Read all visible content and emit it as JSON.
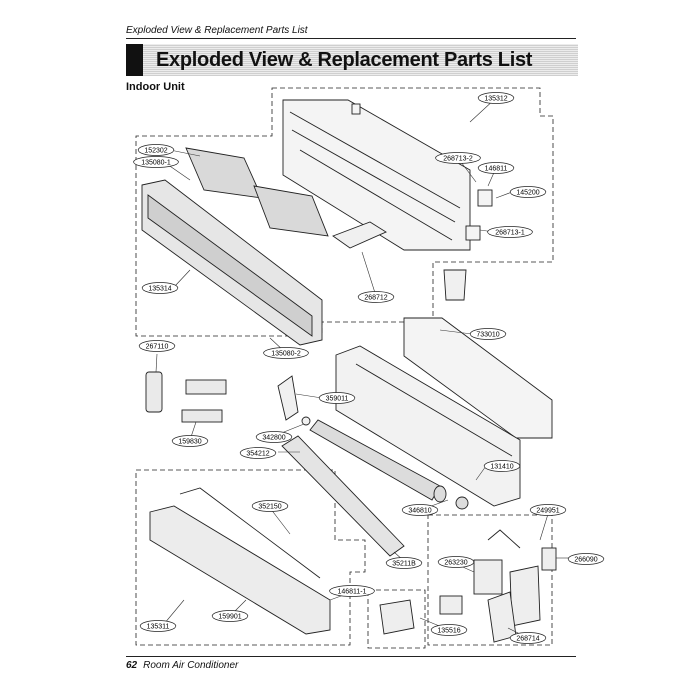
{
  "header": {
    "running_title": "Exploded View & Replacement Parts List"
  },
  "title": "Exploded View & Replacement Parts List",
  "section": "Indoor Unit",
  "parts": {
    "p135312": "135312",
    "p152302": "152302",
    "p135080_1": "135080-1",
    "p268713_2": "268713-2",
    "p146811": "146811",
    "p145200": "145200",
    "p268713_1": "268713-1",
    "p135314": "135314",
    "p268712": "268712",
    "p733010": "733010",
    "p135080_2": "135080-2",
    "p267110": "267110",
    "p359011": "359011",
    "p159830": "159830",
    "p342800": "342800",
    "p354212": "354212",
    "p131410": "131410",
    "p346810": "346810",
    "p249951": "249951",
    "p352150": "352150",
    "p266090": "266090",
    "p263230": "263230",
    "p35211B": "35211B",
    "p146811_1": "146811-1",
    "p135516": "135516",
    "p268714": "268714",
    "p135311": "135311",
    "p159901": "159901"
  },
  "footer": {
    "page_number": "62",
    "text": "Room Air Conditioner"
  }
}
